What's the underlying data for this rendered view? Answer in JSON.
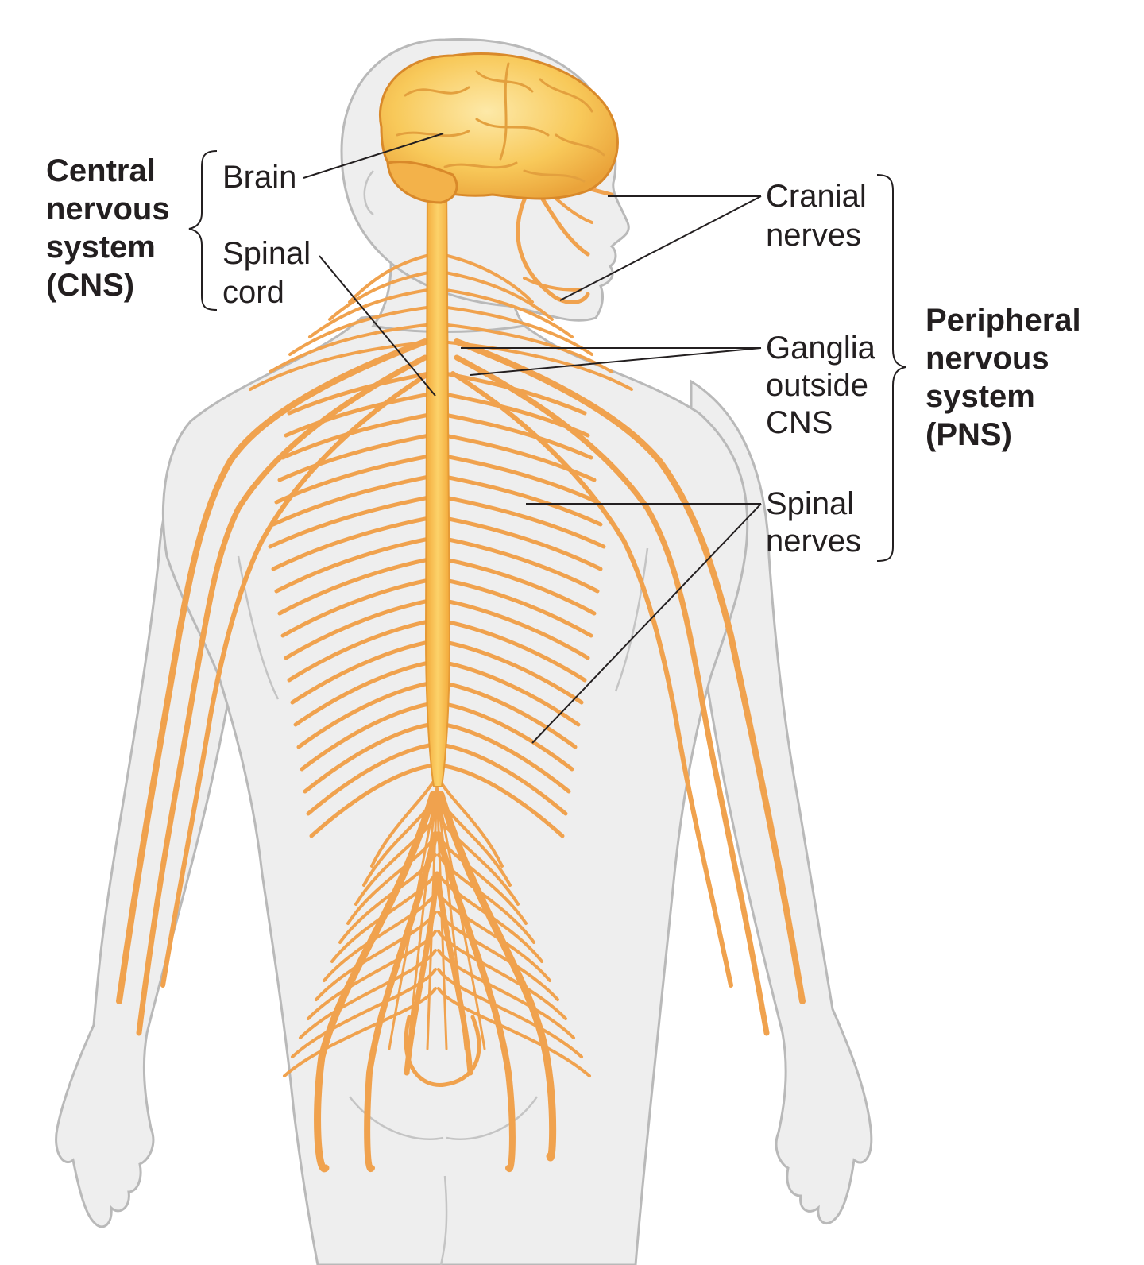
{
  "cns": {
    "heading": [
      "Central",
      "nervous",
      "system",
      "(CNS)"
    ],
    "brain": [
      "Brain"
    ],
    "spinal_cord": [
      "Spinal",
      "cord"
    ]
  },
  "pns": {
    "heading": [
      "Peripheral",
      "nervous",
      "system",
      "(PNS)"
    ],
    "cranial_nerves": [
      "Cranial",
      "nerves"
    ],
    "ganglia": [
      "Ganglia",
      "outside",
      "CNS"
    ],
    "spinal_nerves": [
      "Spinal",
      "nerves"
    ]
  },
  "colors": {
    "brain": "#f7c04a",
    "spinal_cord": "#f6b73c",
    "nerves": "#f0a24e",
    "body": "#eeeeee",
    "text": "#231f20"
  }
}
